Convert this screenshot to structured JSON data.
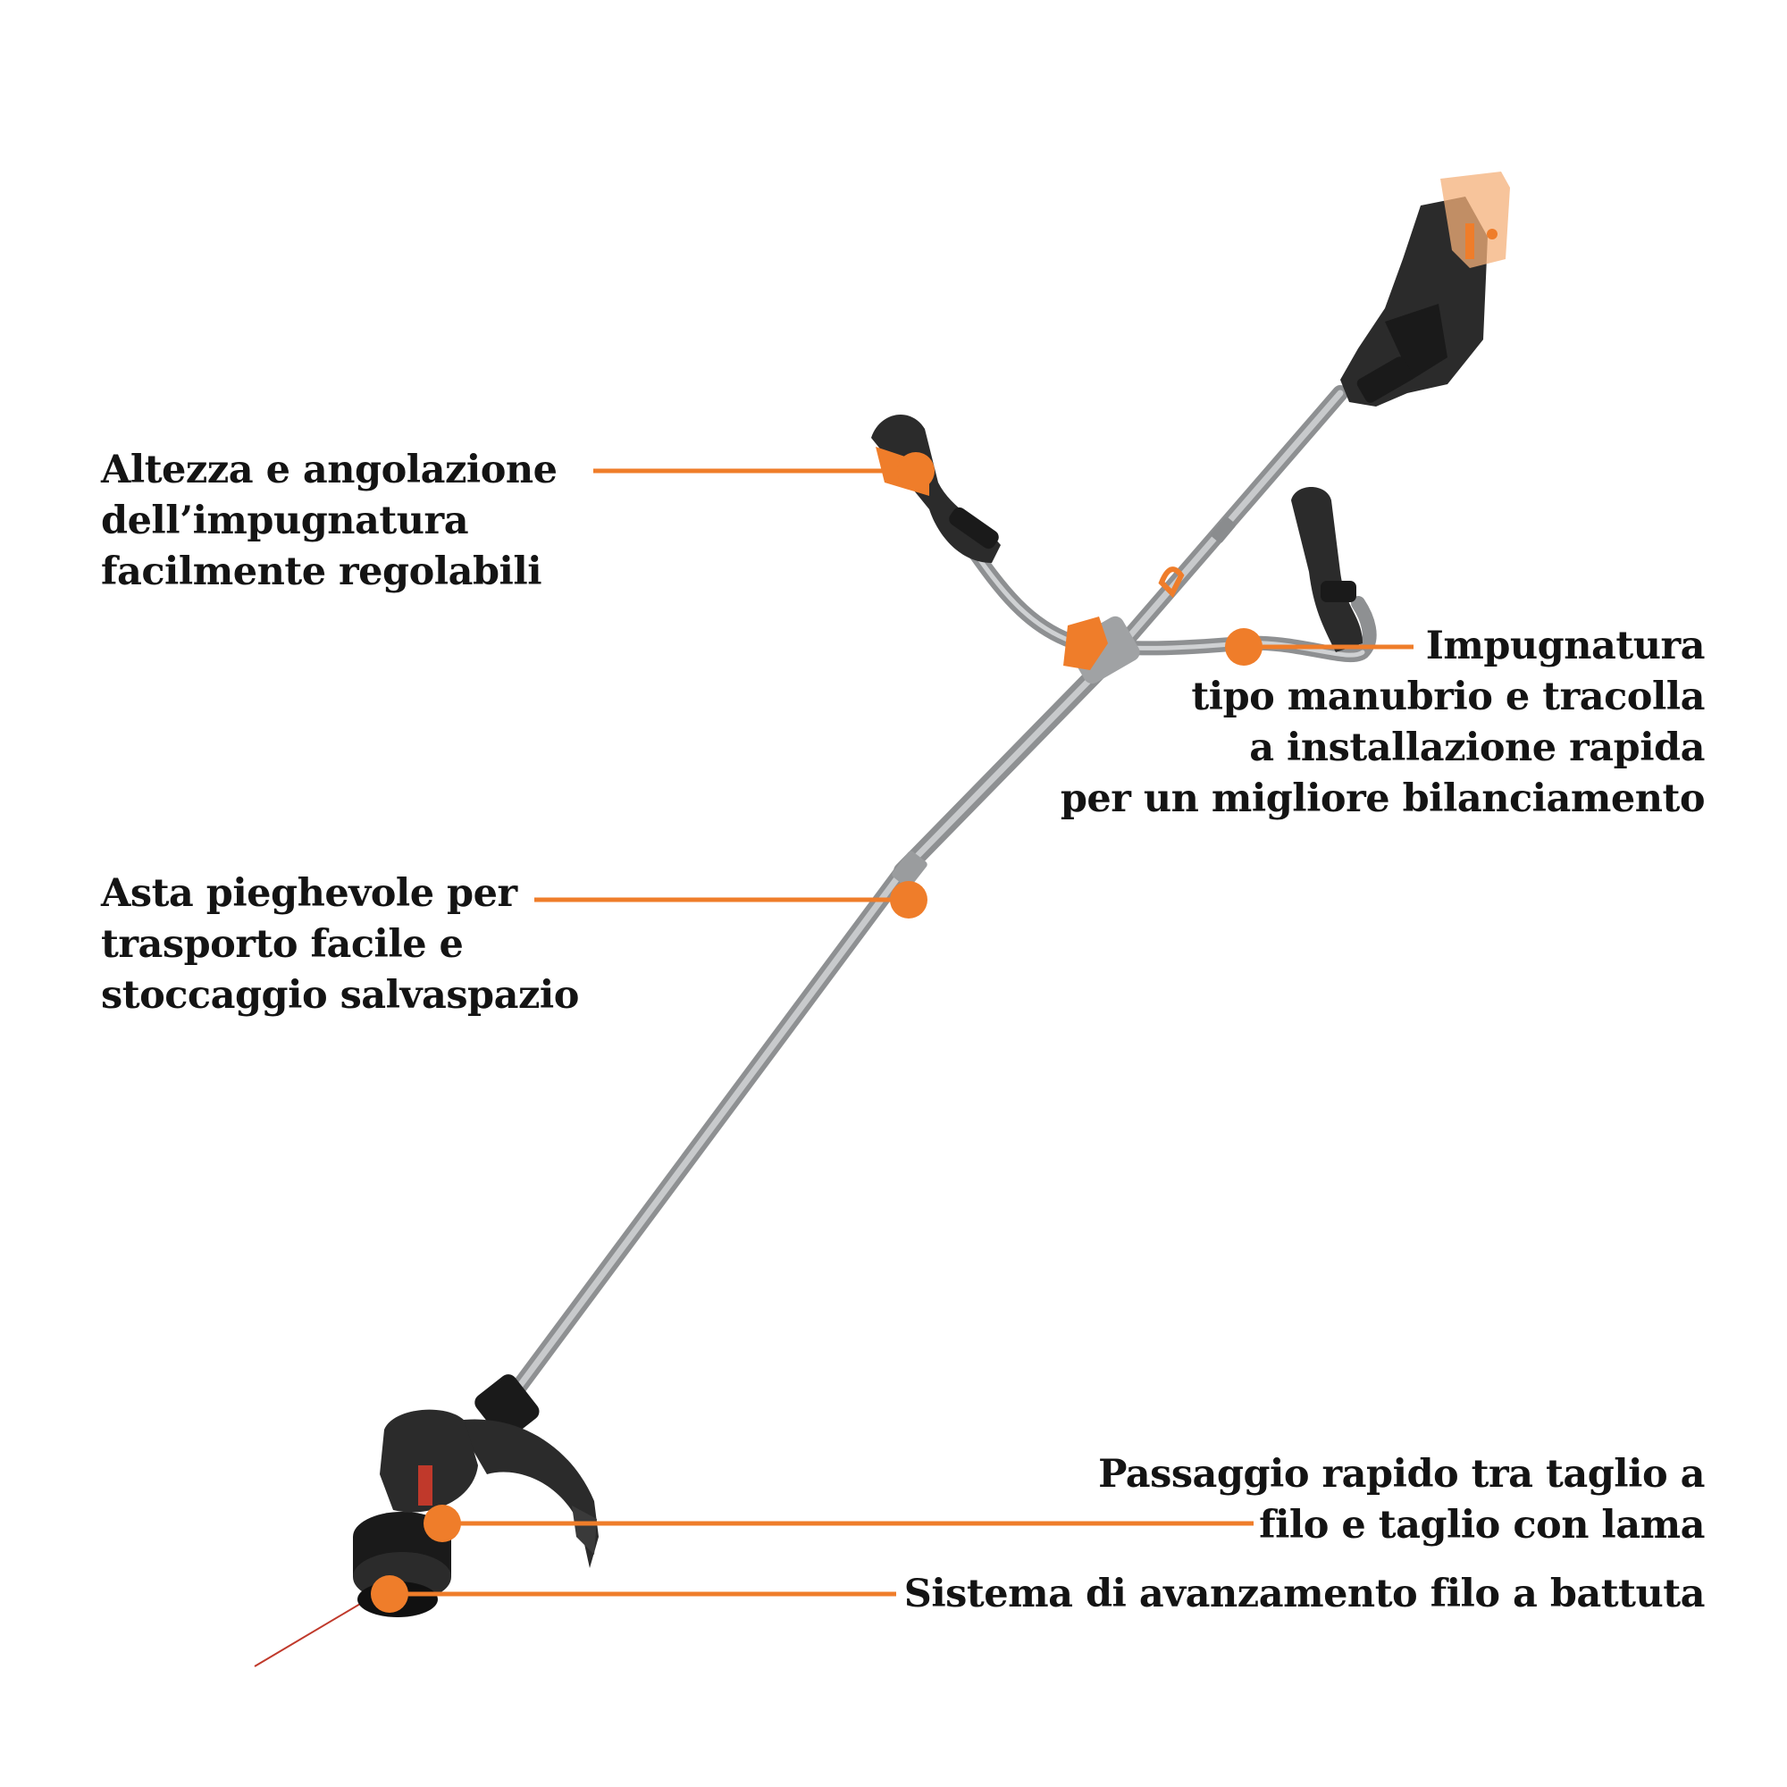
{
  "colors": {
    "accent": "#ef7d2a",
    "tool_body": "#2b2b2b",
    "tool_dark": "#1a1a1a",
    "shaft": "#a9abad",
    "text": "#141414"
  },
  "callouts": {
    "handle_adjust": {
      "lines": [
        "Altezza e angolazione",
        "dell’impugnatura",
        "facilmente regolabili"
      ]
    },
    "bike_handle": {
      "lines": [
        "Impugnatura",
        "tipo manubrio e tracolla",
        "a installazione rapida",
        "per un migliore bilanciamento"
      ]
    },
    "folding_shaft": {
      "lines": [
        "Asta pieghevole per",
        "trasporto facile e",
        "stoccaggio salvaspazio"
      ]
    },
    "blade_switch": {
      "lines": [
        "Passaggio rapido tra taglio a",
        "filo e taglio con lama"
      ]
    },
    "line_feed": {
      "lines": [
        "Sistema di avanzamento filo a battuta"
      ]
    }
  }
}
